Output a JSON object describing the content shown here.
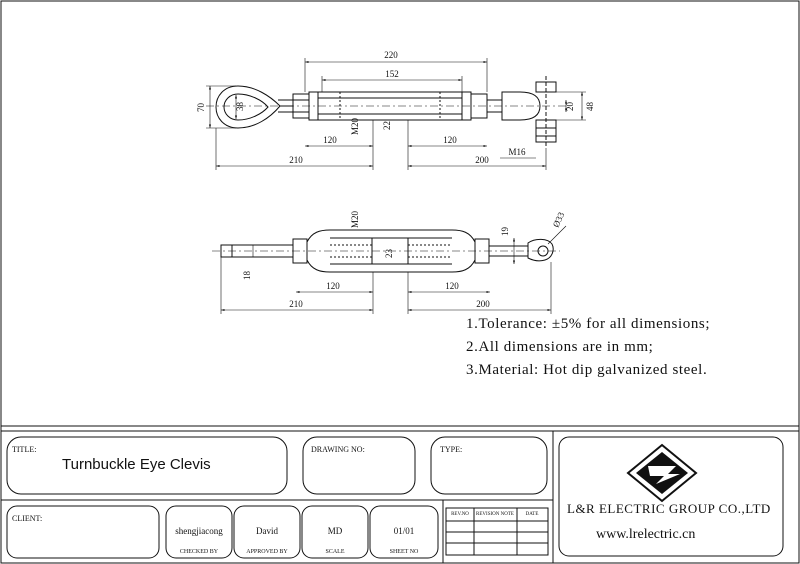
{
  "dimensions": {
    "top_view": {
      "overall_220": "220",
      "body_152": "152",
      "left_120": "120",
      "right_120": "120",
      "thread_left": "M20",
      "body_dia": "22",
      "eye_height": "70",
      "eye_dia": "38",
      "clevis_gap": "20",
      "clevis_height": "48",
      "pin_thread": "M16",
      "left_210": "210",
      "right_200": "200"
    },
    "side_view": {
      "thread": "M20",
      "body_dia": "23",
      "eye_dia": "Ø33",
      "eye_width": "19",
      "rod_dia": "18",
      "left_120": "120",
      "right_120": "120",
      "left_210": "210",
      "right_200": "200"
    }
  },
  "notes": [
    "1.Tolerance: ±5% for all dimensions;",
    "2.All dimensions are in mm;",
    "3.Material: Hot dip galvanized steel."
  ],
  "title_block": {
    "title_label": "TITLE:",
    "title_value": "Turnbuckle Eye Clevis",
    "drawing_no_label": "DRAWING NO:",
    "type_label": "TYPE:",
    "client_label": "CLIENT:",
    "cells": [
      {
        "value": "shengjiacong",
        "label": "CHECKED BY"
      },
      {
        "value": "David",
        "label": "APPROVED BY"
      },
      {
        "value": "MD",
        "label": "SCALE"
      },
      {
        "value": "01/01",
        "label": "SHEET NO"
      }
    ],
    "revision_headers": [
      "REV.NO",
      "REVISION NOTE",
      "DATE"
    ],
    "company_name": "L&R ELECTRIC GROUP CO.,LTD",
    "website": "www.lrelectric.cn"
  }
}
